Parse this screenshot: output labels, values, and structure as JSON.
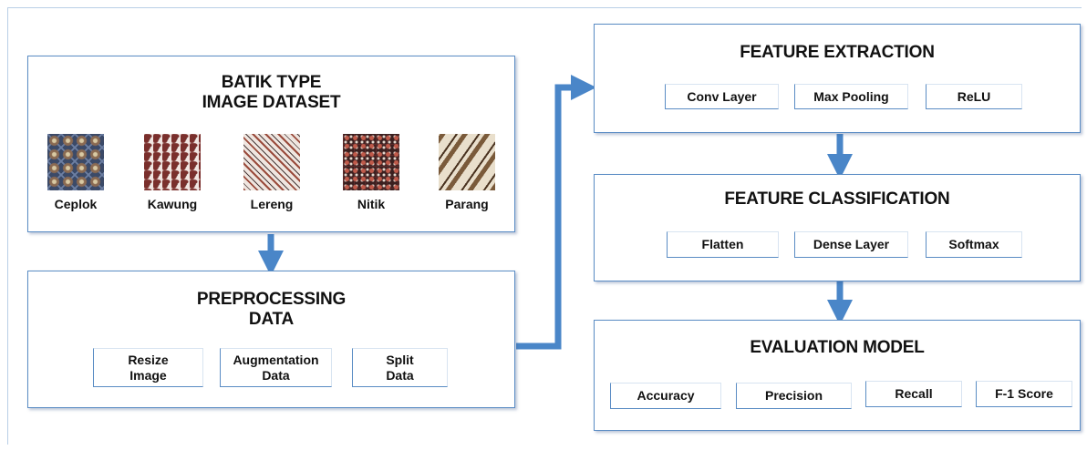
{
  "dataset": {
    "title_line1": "BATIK TYPE",
    "title_line2": "IMAGE DATASET",
    "samples": [
      {
        "label": "Ceplok",
        "pattern": "ceplok-batik-swatch"
      },
      {
        "label": "Kawung",
        "pattern": "kawung-batik-swatch"
      },
      {
        "label": "Lereng",
        "pattern": "lereng-batik-swatch"
      },
      {
        "label": "Nitik",
        "pattern": "nitik-batik-swatch"
      },
      {
        "label": "Parang",
        "pattern": "parang-batik-swatch"
      }
    ]
  },
  "preprocessing": {
    "title_line1": "PREPROCESSING",
    "title_line2": "DATA",
    "steps": [
      {
        "line1": "Resize",
        "line2": "Image"
      },
      {
        "line1": "Augmentation",
        "line2": "Data"
      },
      {
        "line1": "Split",
        "line2": "Data"
      }
    ]
  },
  "feature_extraction": {
    "title": "FEATURE EXTRACTION",
    "steps": [
      "Conv Layer",
      "Max Pooling",
      "ReLU"
    ]
  },
  "feature_classification": {
    "title": "FEATURE CLASSIFICATION",
    "steps": [
      "Flatten",
      "Dense Layer",
      "Softmax"
    ]
  },
  "evaluation": {
    "title": "EVALUATION MODEL",
    "metrics": [
      "Accuracy",
      "Precision",
      "Recall",
      "F-1 Score"
    ]
  },
  "colors": {
    "box_border": "#5a8cc4",
    "arrow": "#4a86c8"
  }
}
